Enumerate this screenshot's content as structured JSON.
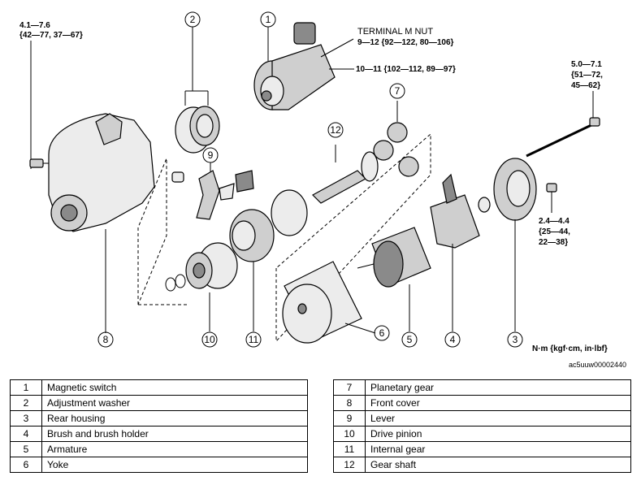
{
  "torque_labels": {
    "front_bolt": {
      "line1": "4.1—7.6",
      "line2": "{42—77, 37—67}"
    },
    "terminal_m_nut": {
      "title": "TERMINAL M NUT",
      "value": "9—12 {92—122, 80—106}"
    },
    "terminal_b": {
      "value": "10—11 {102—112, 89—97}"
    },
    "through_bolt": {
      "line1": "5.0—7.1",
      "line2": "{51—72,",
      "line3": "45—62}"
    },
    "brush_screw": {
      "line1": "2.4—4.4",
      "line2": "{25—44,",
      "line3": "22—38}"
    }
  },
  "units": "N·m {kgf·cm, in·lbf}",
  "figure_code": "ac5uuw00002440",
  "callouts": [
    "1",
    "2",
    "3",
    "4",
    "5",
    "6",
    "7",
    "8",
    "9",
    "10",
    "11",
    "12"
  ],
  "legend_left": [
    {
      "num": "1",
      "name": "Magnetic switch"
    },
    {
      "num": "2",
      "name": "Adjustment washer"
    },
    {
      "num": "3",
      "name": "Rear housing"
    },
    {
      "num": "4",
      "name": "Brush and brush holder"
    },
    {
      "num": "5",
      "name": "Armature"
    },
    {
      "num": "6",
      "name": "Yoke"
    }
  ],
  "legend_right": [
    {
      "num": "7",
      "name": "Planetary gear"
    },
    {
      "num": "8",
      "name": "Front cover"
    },
    {
      "num": "9",
      "name": "Lever"
    },
    {
      "num": "10",
      "name": "Drive pinion"
    },
    {
      "num": "11",
      "name": "Internal gear"
    },
    {
      "num": "12",
      "name": "Gear shaft"
    }
  ]
}
